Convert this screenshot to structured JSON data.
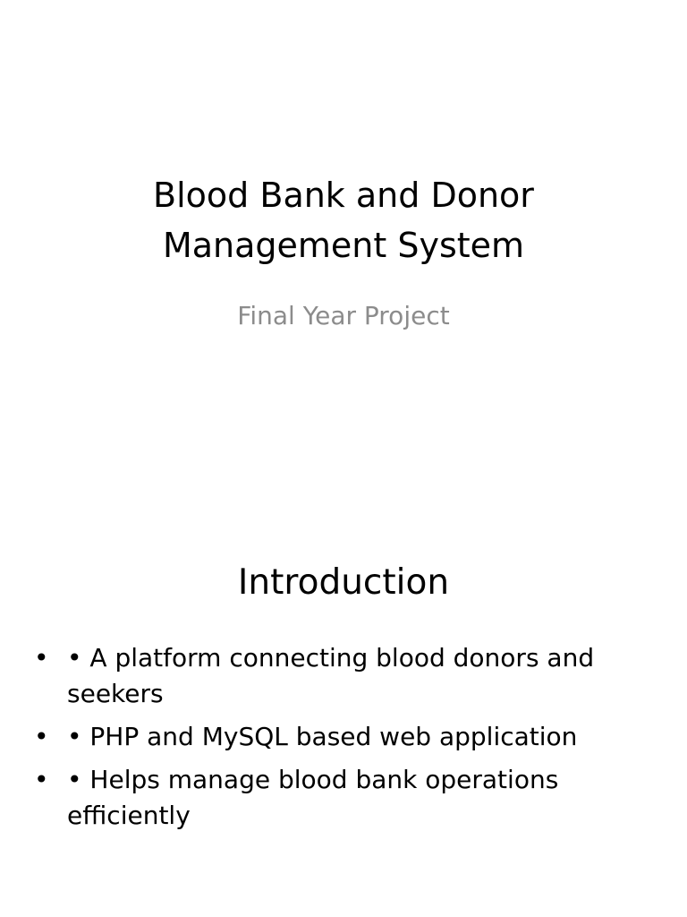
{
  "slide1": {
    "title_line1": "Blood Bank and Donor",
    "title_line2": "Management System",
    "subtitle": "Final Year Project"
  },
  "slide2": {
    "title": "Introduction",
    "bullet_marker": "•",
    "bullets": [
      "• A platform connecting blood donors and seekers",
      "• PHP and MySQL based web application",
      "• Helps manage blood bank operations efficiently"
    ]
  }
}
